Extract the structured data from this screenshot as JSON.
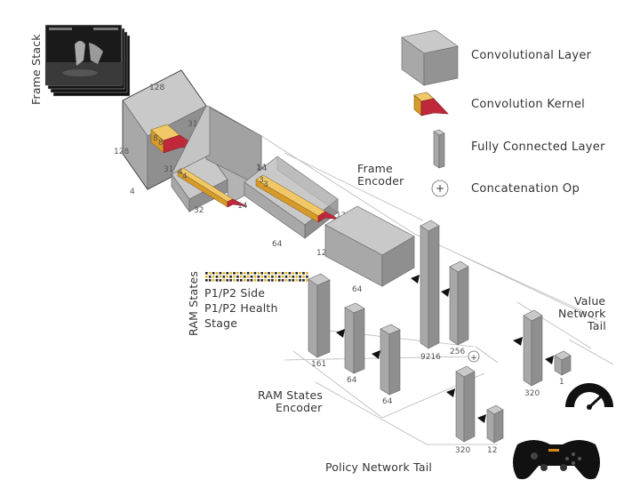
{
  "labels": {
    "frame_stack": "Frame Stack",
    "frame_encoder_line1": "Frame",
    "frame_encoder_line2": "Encoder",
    "ram_states": "RAM States",
    "ram_items": [
      "P1/P2 Side",
      "P1/P2 Health",
      "Stage"
    ],
    "ram_encoder_line1": "RAM States",
    "ram_encoder_line2": "Encoder",
    "value_tail_line1": "Value",
    "value_tail_line2": "Network",
    "value_tail_line3": "Tail",
    "policy_tail": "Policy Network Tail",
    "plus": "+"
  },
  "legend": {
    "conv_layer": "Convolutional Layer",
    "conv_kernel": "Convolution Kernel",
    "fc_layer": "Fully Connected Layer",
    "concat_op": "Concatenation Op"
  },
  "dims": {
    "c1_top": "128",
    "c1_left": "128",
    "c1_depth": "4",
    "k1_a": "8",
    "k1_b": "8",
    "k1_out_a": "31",
    "k1_out_b": "31",
    "c2_depth": "32",
    "k2_a": "4",
    "k2_b": "4",
    "k2_out_a": "14",
    "k2_out_b": "14",
    "c3_depth": "64",
    "k3_a": "3",
    "k3_b": "3",
    "k3_out_a": "12",
    "k3_out_b": "12",
    "c4_depth": "64",
    "fc_161": "161",
    "fc_64a": "64",
    "fc_64b": "64",
    "fc_9216": "9216",
    "fc_256": "256",
    "fc_320v": "320",
    "fc_1": "1",
    "fc_320p": "320",
    "fc_12": "12"
  },
  "colors": {
    "box_front": "#a8a8a8",
    "box_top": "#c9c9c9",
    "box_side": "#8f8f8f",
    "kernel": "#e2a93a",
    "kernel_tip": "#c0283a",
    "ram_dot_dark": "#222222",
    "ram_dot_yellow": "#e2b32a",
    "icon_dark": "#111111"
  }
}
